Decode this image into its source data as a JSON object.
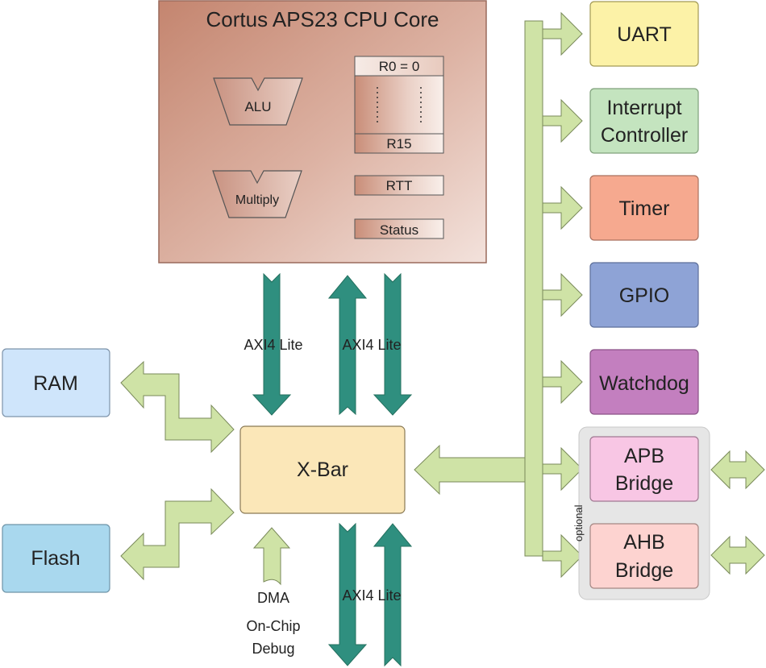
{
  "cpu": {
    "title": "Cortus APS23 CPU Core",
    "alu": "ALU",
    "multiply": "Multiply",
    "reg_r0": "R0 = 0",
    "reg_r15": "R15",
    "reg_rtt": "RTT",
    "reg_status": "Status"
  },
  "memory": {
    "ram": "RAM",
    "flash": "Flash"
  },
  "xbar": {
    "label": "X-Bar"
  },
  "buses": {
    "axi_left": "AXI4 Lite",
    "axi_right": "AXI4 Lite",
    "axi_bottom": "AXI4 Lite",
    "dma": "DMA",
    "debug_line1": "On-Chip",
    "debug_line2": "Debug"
  },
  "peripherals": {
    "uart": "UART",
    "intc_line1": "Interrupt",
    "intc_line2": "Controller",
    "timer": "Timer",
    "gpio": "GPIO",
    "watchdog": "Watchdog",
    "apb_line1": "APB",
    "apb_line2": "Bridge",
    "ahb_line1": "AHB",
    "ahb_line2": "Bridge",
    "optional": "optional"
  },
  "colors": {
    "cpu_fill_light": "#eed7cf",
    "cpu_fill_dark": "#c48a77",
    "axi_arrow": "#2f8f7f",
    "bus_green": "#cfe3a6",
    "xbar_fill": "#fbe7b8",
    "ram_fill": "#cfe5fb",
    "flash_fill": "#a9d8ee",
    "uart_fill": "#fcf2a7",
    "intc_fill": "#c4e4bf",
    "timer_fill": "#f6a98f",
    "gpio_fill": "#8ea3d6",
    "watchdog_fill": "#c37fbf",
    "apb_fill": "#f8c6e4",
    "ahb_fill": "#fdd3d0",
    "optional_group": "#e6e6e6"
  }
}
